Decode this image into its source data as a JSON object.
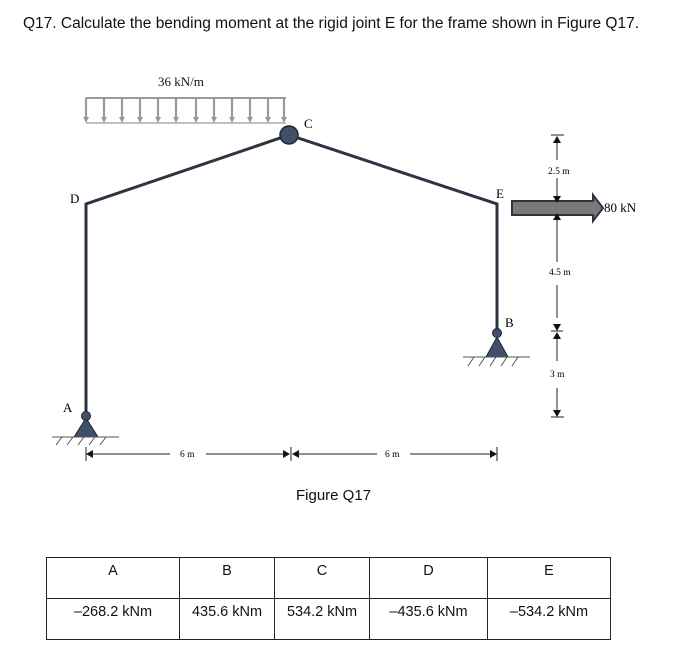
{
  "question": {
    "text": "Q17. Calculate the bending moment at the rigid joint E for the frame shown in Figure Q17."
  },
  "figure": {
    "caption": "Figure Q17",
    "distributed_load": {
      "label": "36 kN/m",
      "arrow_count": 12,
      "color": "#9a9a9a"
    },
    "point_load": {
      "label": "80 kN",
      "color": "#7a7a7a"
    },
    "nodes": {
      "A": "A",
      "B": "B",
      "C": "C",
      "D": "D",
      "E": "E"
    },
    "dimensions": {
      "horizontal_left": "6 m",
      "horizontal_right": "6 m",
      "vertical_top": "2.5 m",
      "vertical_middle": "4.5 m",
      "vertical_bottom": "3 m"
    },
    "member_color": "#2b3440",
    "support_color": "#3f5068"
  },
  "answers": {
    "headers": [
      "A",
      "B",
      "C",
      "D",
      "E"
    ],
    "values": [
      "–268.2 kNm",
      "435.6 kNm",
      "534.2 kNm",
      "–435.6 kNm",
      "–534.2 kNm"
    ]
  }
}
